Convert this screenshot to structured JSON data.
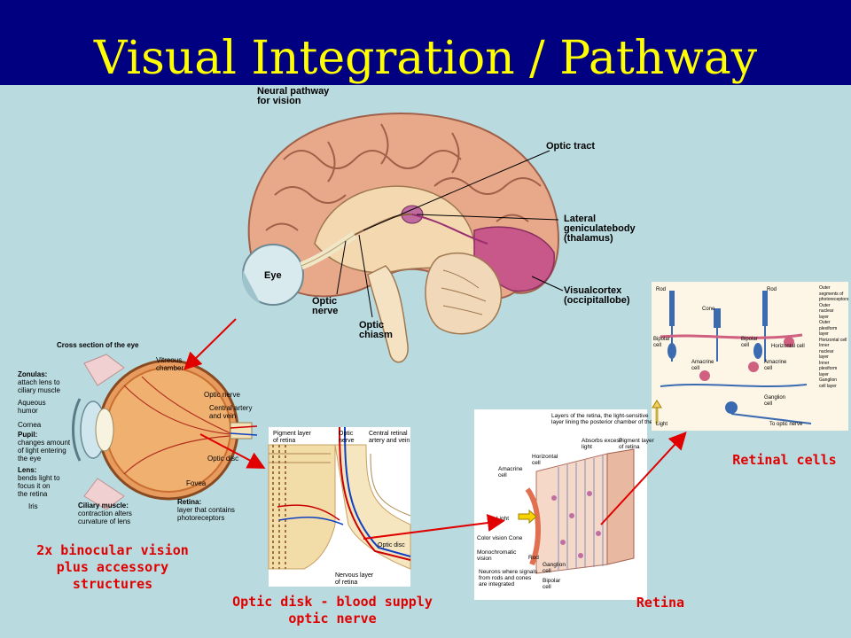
{
  "slide": {
    "title": "Visual Integration / Pathway",
    "colors": {
      "title_bar": "#000080",
      "title_text": "#ffff00",
      "background": "#b9dbe0",
      "caption": "#e00000"
    }
  },
  "brain_diagram": {
    "heading_line1": "Neural pathway",
    "heading_line2": "for vision",
    "optic_tract": "Optic tract",
    "lgb_line1": "Lateral",
    "lgb_line2": "geniculatebody",
    "lgb_line3": "(thalamus)",
    "vc_line1": "Visualcortex",
    "vc_line2": "(occipitallobe)",
    "eye": "Eye",
    "optic_nerve_line1": "Optic",
    "optic_nerve_line2": "nerve",
    "chiasm_line1": "Optic",
    "chiasm_line2": "chiasm"
  },
  "eye_section": {
    "heading": "Cross section of the eye",
    "zonulas_line1": "Zonulas:",
    "zonulas_line2": "attach lens to",
    "zonulas_line3": "ciliary muscle",
    "aqueous_line1": "Aqueous",
    "aqueous_line2": "humor",
    "cornea": "Cornea",
    "pupil_line1": "Pupil:",
    "pupil_line2": "changes amount",
    "pupil_line3": "of light entering",
    "pupil_line4": "the eye",
    "lens_line1": "Lens:",
    "lens_line2": "bends light to",
    "lens_line3": "focus it on",
    "lens_line4": "the retina",
    "iris": "Iris",
    "ciliary_line1": "Ciliary muscle:",
    "ciliary_line2": "contraction alters",
    "ciliary_line3": "curvature of lens",
    "vitreous_line1": "Vitreous",
    "vitreous_line2": "chamber",
    "optic_nerve": "Optic nerve",
    "artery_line1": "Central artery",
    "artery_line2": "and vein",
    "optic_disc": "Optic disc",
    "fovea": "Fovea",
    "retina_line1": "Retina:",
    "retina_line2": "layer that contains",
    "retina_line3": "photoreceptors"
  },
  "disk_panel": {
    "pigment_line1": "Pigment layer",
    "pigment_line2": "of retina",
    "optic_line1": "Optic",
    "optic_line2": "nerve",
    "central_line1": "Central retinal",
    "central_line2": "artery and vein",
    "optic_disc": "Optic disc",
    "nervous_line1": "Nervous layer",
    "nervous_line2": "of retina"
  },
  "retina_panel": {
    "heading_line1": "Layers of the retina, the light-sensitive",
    "heading_line2": "layer lining the posterior chamber of the eye",
    "absorbs_line1": "Absorbs excess",
    "absorbs_line2": "light",
    "pigment_line1": "Pigment layer",
    "pigment_line2": "of retina",
    "horizontal_line1": "Horizontal",
    "horizontal_line2": "cell",
    "amacrine_line1": "Amacrine",
    "amacrine_line2": "cell",
    "light": "Light",
    "color_vision": "Color vision",
    "cone": "Cone",
    "mono_line1": "Monochromatic",
    "mono_line2": "vision",
    "rod": "Rod",
    "neurons_line1": "Neurons where signals",
    "neurons_line2": "from rods and cones",
    "neurons_line3": "are integrated",
    "ganglion_line1": "Ganglion",
    "ganglion_line2": "cell",
    "bipolar_line1": "Bipolar",
    "bipolar_line2": "cell"
  },
  "cells_panel": {
    "rod_left": "Rod",
    "rod_right": "Rod",
    "cone": "Cone",
    "bipolar_line1": "Bipolar",
    "bipolar_line2": "cell",
    "bipolar2_line1": "Bipolar",
    "bipolar2_line2": "cell",
    "horizontal": "Horizontal cell",
    "amacrine_line1": "Amacrine",
    "amacrine_line2": "cell",
    "amacrine2_line1": "Amacrine",
    "amacrine2_line2": "cell",
    "ganglion_line1": "Ganglion",
    "ganglion_line2": "cell",
    "light": "Light",
    "to_optic": "To optic nerve",
    "layers": [
      "Outer",
      "segments of",
      "photoreceptors",
      "Outer",
      "nuclear",
      "layer",
      "Outer plexiform",
      "layer",
      "Horizontal cell",
      "Inner",
      "nuclear",
      "layer",
      "Inner",
      "plexiform",
      "layer",
      "Ganglion",
      "cell layer"
    ]
  },
  "captions": {
    "binocular_line1": "2x binocular vision",
    "binocular_line2": "plus accessory",
    "binocular_line3": "structures",
    "optic_disk_line1": "Optic disk - blood supply",
    "optic_disk_line2": "optic nerve",
    "retina": "Retina",
    "retinal_cells": "Retinal cells"
  }
}
